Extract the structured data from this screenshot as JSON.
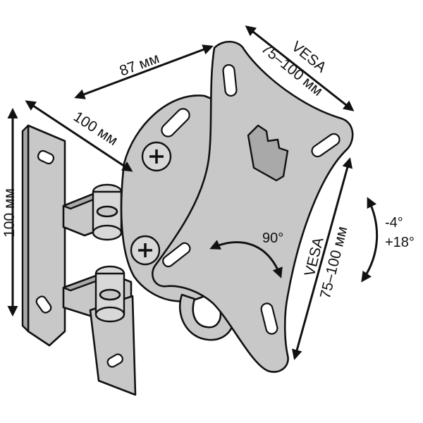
{
  "dimensions": {
    "width_87": "87 мм",
    "depth_100": "100 мм",
    "height_100": "100 мм",
    "vesa_top_title": "VESA",
    "vesa_top_range": "75–100 мм",
    "vesa_right_title": "VESA",
    "vesa_right_range": "75–100 мм"
  },
  "angles": {
    "swivel": "90°",
    "tilt_up": "-4°",
    "tilt_down": "+18°"
  }
}
